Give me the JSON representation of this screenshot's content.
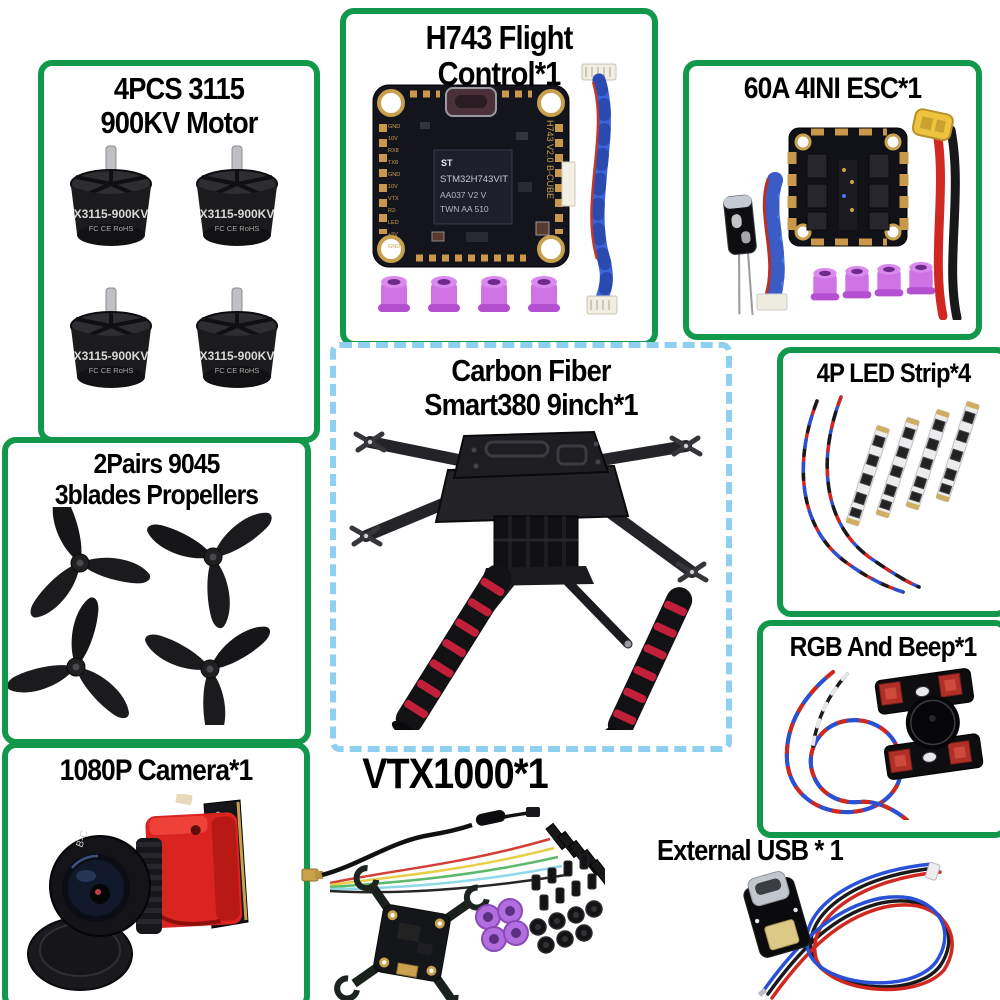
{
  "canvas": {
    "background": "#ffffff"
  },
  "colors": {
    "box_border_green": "#12984a",
    "frame_box_border_blue": "#8fd0f0",
    "title_text": "#000000",
    "grommet_purple": "#cf72e4",
    "xt60_yellow": "#eec43f",
    "wire_red": "#d02820",
    "wire_blue": "#3a64d8"
  },
  "sections": {
    "motors": {
      "title_line1": "4PCS 3115",
      "title_line2": "900KV Motor",
      "motor_label": "X3115-900KV",
      "motor_cert": "FC CE RoHS"
    },
    "flight_control": {
      "title": "H743 Flight Control*1",
      "chip_line1": "STM32H743VIT",
      "chip_line2": "AA037 V2 V",
      "chip_line3": "TWN AA 510",
      "side_text": "H743 V2.0 B-CUBE",
      "pin_labels": [
        "GND",
        "10V",
        "RX8",
        "TX8",
        "GND",
        "10V",
        "VTX",
        "R2-",
        "LED",
        "+5V",
        "GND"
      ]
    },
    "esc": {
      "title": "60A 4INI ESC*1"
    },
    "propellers": {
      "title_line1": "2Pairs 9045",
      "title_line2": "3blades Propellers"
    },
    "frame": {
      "title_line1": "Carbon Fiber",
      "title_line2": "Smart380 9inch*1"
    },
    "led_strip": {
      "title": "4P LED Strip*4"
    },
    "rgb_beep": {
      "title": "RGB And Beep*1"
    },
    "camera": {
      "title": "1080P Camera*1",
      "lens_text": "B-C"
    },
    "vtx": {
      "title": "VTX1000*1"
    },
    "external_usb": {
      "title": "External USB * 1"
    }
  }
}
